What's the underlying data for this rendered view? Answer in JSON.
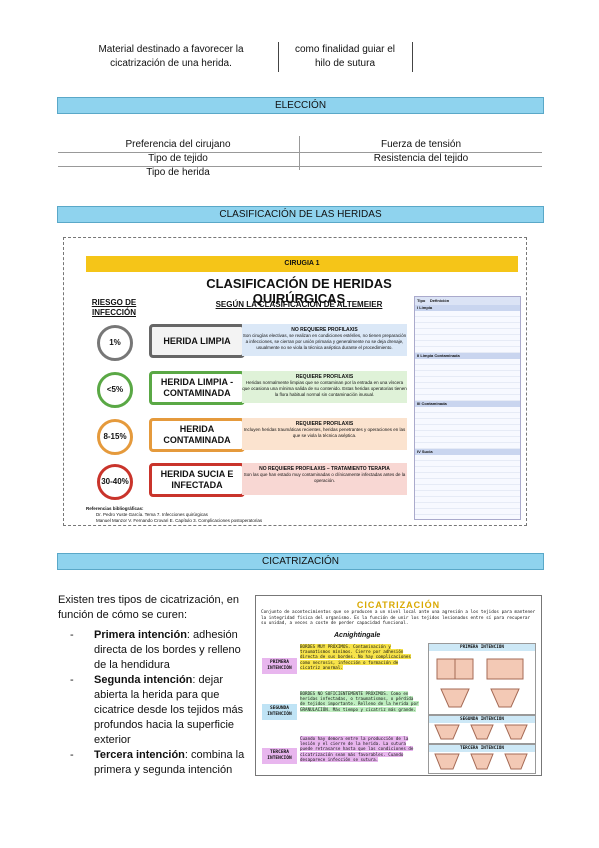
{
  "top": {
    "left_text": "Material destinado a favorecer la cicatrización de una herida.",
    "right_text": "como finalidad guiar el hilo de sutura"
  },
  "sections": {
    "eleccion": "ELECCIÓN",
    "clasificacion": "CLASIFICACIÓN DE LAS HERIDAS",
    "cicatrizacion": "CICATRIZACIÓN"
  },
  "eleccion": {
    "left": [
      "Preferencia del cirujano",
      "Tipo de tejido",
      "Tipo de herida"
    ],
    "right": [
      "Fuerza de tensión",
      "Resistencia del tejido"
    ]
  },
  "clasif_image": {
    "banner": "CIRUGIA 1",
    "title": "CLASIFICACIÓN DE HERIDAS QUIRÚRGICAS",
    "subtitle": "SEGÚN LA CLASIFICACIÓN DE ALTEMEIER",
    "riesgo": "RIESGO DE INFECCIÓN",
    "rows": [
      {
        "risk": "1%",
        "name": "HERIDA LIMPIA",
        "head": "NO REQUIERE PROFILAXIS",
        "text": "Son cirugías electivas, se realizan en condiciones estériles, no tienen preparación a infecciones, se cierran por unión primaria y generalmente no se deja drenaje, usualmente no se viola la técnica aséptica durante el procedimiento.",
        "color": "#dbe8f7",
        "ring": "#777"
      },
      {
        "risk": "<5%",
        "name": "HERIDA LIMPIA - CONTAMINADA",
        "head": "REQUIERE PROFILAXIS",
        "text": "Heridas normalmente limpias que se contaminan por la entrada en una víscera que ocasiona una mínima salida de su contenido. Estas heridas operatorias tienen la flora habitual normal sin contaminación inusual.",
        "color": "#dff2d8",
        "ring": "#5aa845"
      },
      {
        "risk": "8-15%",
        "name": "HERIDA CONTAMINADA",
        "head": "REQUIERE PROFILAXIS",
        "text": "Incluyen heridas traumáticas recientes, heridas penetrantes y operaciones en las que se viola la técnica aséptica.",
        "color": "#fbe3cf",
        "ring": "#e59a3c"
      },
      {
        "risk": "30-40%",
        "name": "HERIDA SUCIA E INFECTADA",
        "head": "NO REQUIERE PROFILAXIS – TRATAMIENTO TERAPIA",
        "text": "Son las que han estado muy contaminadas o clínicamente infectadas antes de la operación.",
        "color": "#f8d7d3",
        "ring": "#c9342b"
      }
    ],
    "side_table": {
      "h_tipo": "Tipo",
      "h_def": "Definición",
      "bands": [
        "I Limpia",
        "II Limpia Contaminada",
        "III Contaminada",
        "IV Sucia"
      ]
    },
    "refs_title": "Referencias bibliográficas:",
    "refs": [
      "Dr. Pedro Yuste García. Tema 7. Infecciones quirúrgicas",
      "Manuel Manzor V. Fernando Crovari E. Capítulo 3. Complicaciones postoperatorias"
    ]
  },
  "cicat": {
    "intro": "Existen tres tipos de cicatrización, en función de cómo se curen:",
    "items": [
      {
        "bold": "Primera intención",
        "rest": ": adhesión directa de los bordes y relleno de la hendidura"
      },
      {
        "bold": "Segunda intención",
        "rest": ": dejar abierta la herida para que cicatrice desde los tejidos más profundos hacia la superficie exterior"
      },
      {
        "bold": "Tercera intención",
        "rest": ": combina la primera y segunda intención"
      }
    ],
    "image": {
      "title": "CICATRIZACIÓN",
      "intro": "Conjunto de acontecimientos que se producen a un nivel local ante una agresión a los tejidos para mantener la integridad física del organismo. Es la función de unir los tejidos lesionados entre sí para recuperar su unidad, a veces a coste de perder capacidad funcional.",
      "signature": "Acnightingale",
      "labels": [
        "PRIMERA INTENCIÓN",
        "SEGUNDA INTENCIÓN",
        "TERCERA INTENCIÓN"
      ],
      "blocks": [
        "BORDES MUY PRÓXIMOS. Contaminación y traumatismos mínimos. Cierre por adhesión directa de sus bordes. No hay complicaciones como necrosis, infección o formación de cicatriz anormal.",
        "BORDES NO SUFICIENTEMENTE PRÓXIMOS. Como en heridas infectadas, o traumatismos, o pérdida de tejidos importante. Relleno de la herida por GRANULACIÓN. Más tiempo y cicatriz más grande.",
        "Cuando hay demora entre la producción de la lesión y el cierre de la herida. La sutura puede retrasarse hasta que las condiciones de cicatrización sean más favorables. Cuando desaparece infección se sutura."
      ]
    }
  }
}
